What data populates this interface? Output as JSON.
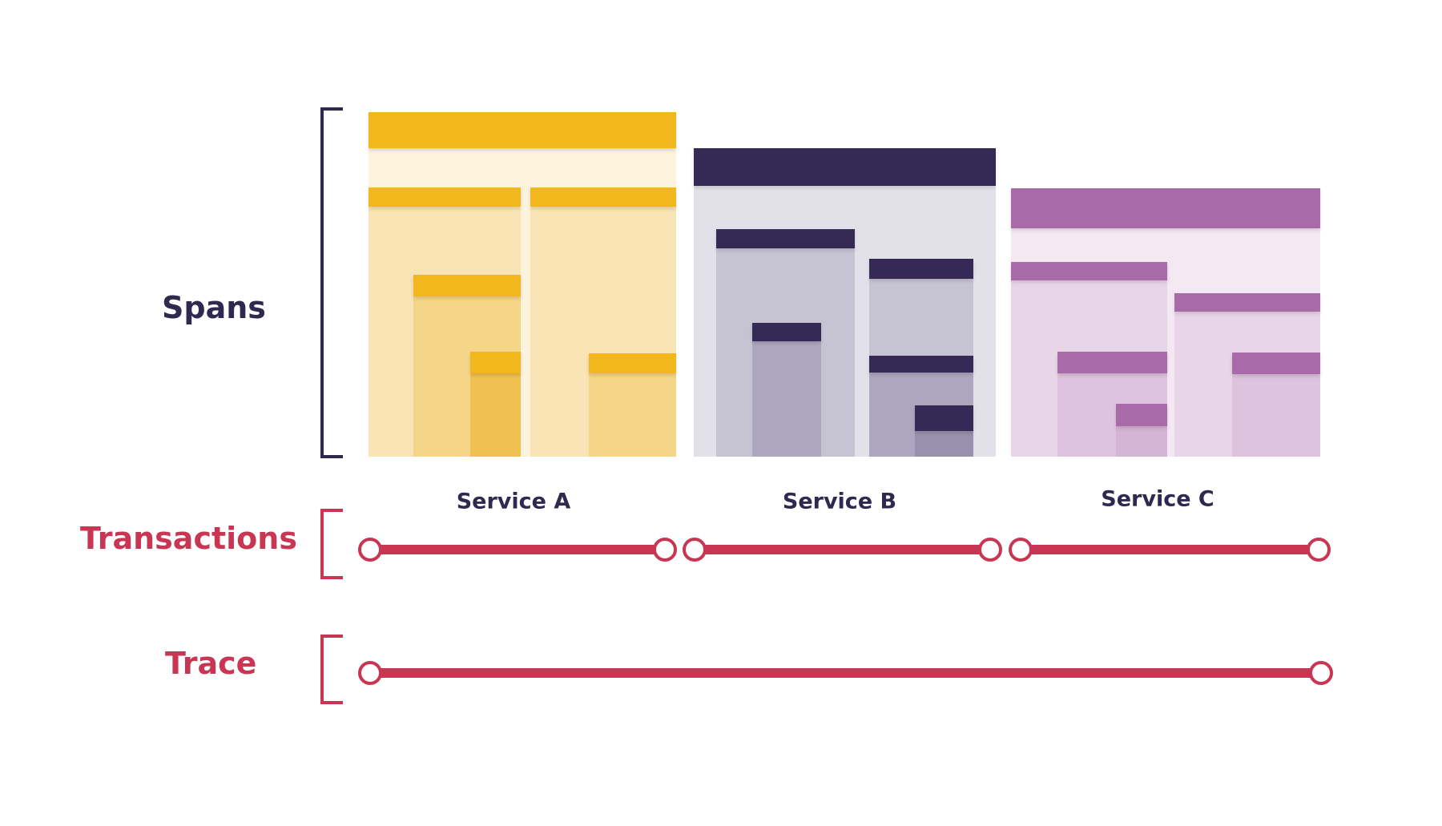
{
  "labels": {
    "spans": "Spans",
    "transactions": "Transactions",
    "trace": "Trace"
  },
  "services": [
    {
      "name": "Service A",
      "bar": "#f1b71c",
      "base": "#fdf3dc",
      "child": "#f8e4b4",
      "deep": "#f5d588",
      "deepest": "#f0c050"
    },
    {
      "name": "Service B",
      "bar": "#352c57",
      "base": "#e2e1e9",
      "child": "#c6c3d3",
      "deep": "#aca6bf",
      "deepest": "#9891ad"
    },
    {
      "name": "Service C",
      "bar": "#a96ba9",
      "base": "#f4e8f3",
      "child": "#e8d6e8",
      "deep": "#ddc3dd",
      "deepest": "#d5b5d5"
    }
  ],
  "colors": {
    "spans_label": "#2e2a4f",
    "transaction": "#c93654",
    "bracket_spans": "#2e2a4f"
  }
}
